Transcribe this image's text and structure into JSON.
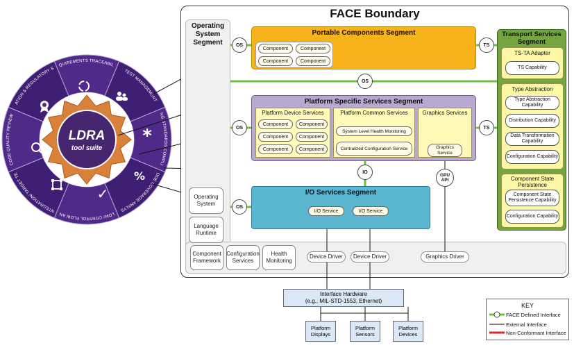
{
  "ldra": {
    "logo_text": "LDRA",
    "logo_sub": "tool suite",
    "segments": [
      {
        "label": "REQUIREMENTS TRACEABILITY",
        "icon": "cycle-icon"
      },
      {
        "label": "TEST MANAGEMENT",
        "icon": "people-icon"
      },
      {
        "label": "CODING STANDARDS COMPLIANCE",
        "icon": "asterisk-icon"
      },
      {
        "label": "CODE COVERAGE ANALYSIS",
        "icon": "percent-icon"
      },
      {
        "label": "DATA FLOW/ CONTROL FLOW ANALYSIS",
        "icon": "checkmark-icon"
      },
      {
        "label": "UNIT/INTEGRATION/ TARGET TESTING",
        "icon": "target-icon"
      },
      {
        "label": "CODE QUALITY REVIEW",
        "icon": "magnifier-icon"
      },
      {
        "label": "CERTIFICATION & REGULATORY SUPPORT",
        "icon": "badge-icon"
      }
    ],
    "percent_glyph": "%",
    "check_glyph": "✓",
    "asterisk_glyph": "*"
  },
  "face": {
    "title": "FACE Boundary",
    "os_segment": "Operating System Segment",
    "pcs": {
      "title": "Portable Components Segment",
      "components": [
        "Component",
        "Component",
        "Component",
        "Component"
      ]
    },
    "pss": {
      "title": "Platform Specific Services Segment",
      "device": {
        "title": "Platform Device Services",
        "components": [
          "Component",
          "Component",
          "Component",
          "Component",
          "Component",
          "Component"
        ]
      },
      "common": {
        "title": "Platform Common Services",
        "items": [
          "System Level Health Monitoring",
          "Centralized Configuration Service"
        ]
      },
      "graphics": {
        "title": "Graphics Services",
        "item": "Graphics Service"
      }
    },
    "io": {
      "title": "I/O Services Segment",
      "services": [
        "I/O Service",
        "I/O Service"
      ]
    },
    "ts": {
      "title": "Transport Services Segment",
      "adapter": {
        "title": "TS-TA Adapter",
        "caps": [
          "TS Capability"
        ]
      },
      "type_abstraction": {
        "title": "Type Abstraction",
        "caps": [
          "Type Abstraction Capability",
          "Distribution Capability",
          "Data Transformation Capability",
          "Configuration Capability"
        ]
      },
      "persistence": {
        "title": "Component State Persistence",
        "caps": [
          "Component State Persistence Capability",
          "Configuration Capability"
        ]
      }
    },
    "nodes": {
      "os": "OS",
      "ts": "TS",
      "io": "IO",
      "gpu": "GPU API"
    },
    "os_boxes": [
      "Operating System",
      "Language Runtime"
    ],
    "bottom_boxes": [
      "Component Framework",
      "Configuration Services",
      "Health Monitoring"
    ],
    "drivers": [
      "Device Driver",
      "Device Driver",
      "Graphics Driver"
    ]
  },
  "hardware": {
    "title": "Interface Hardware",
    "subtitle": "(e.g., MIL-STD-1553, Ethernet)",
    "peripherals": [
      "Platform Displays",
      "Platform Sensors",
      "Platform Devices"
    ]
  },
  "key": {
    "title": "KEY",
    "items": [
      {
        "label": "FACE Defined Interface",
        "color": "#6cbf3f"
      },
      {
        "label": "External Interface",
        "color": "#000000"
      },
      {
        "label": "Non-Conformant Interface",
        "color": "#d9242b"
      }
    ]
  },
  "colors": {
    "wheel": "#4f2a88",
    "wheel_dark": "#3f1f73",
    "logo_center": "#46266f",
    "star": "#d9813a",
    "pcs": "#f6b31c",
    "pss": "#b7a9cf",
    "io": "#5ab6cf",
    "ts": "#74a541",
    "green_line": "#6cbf3f"
  }
}
